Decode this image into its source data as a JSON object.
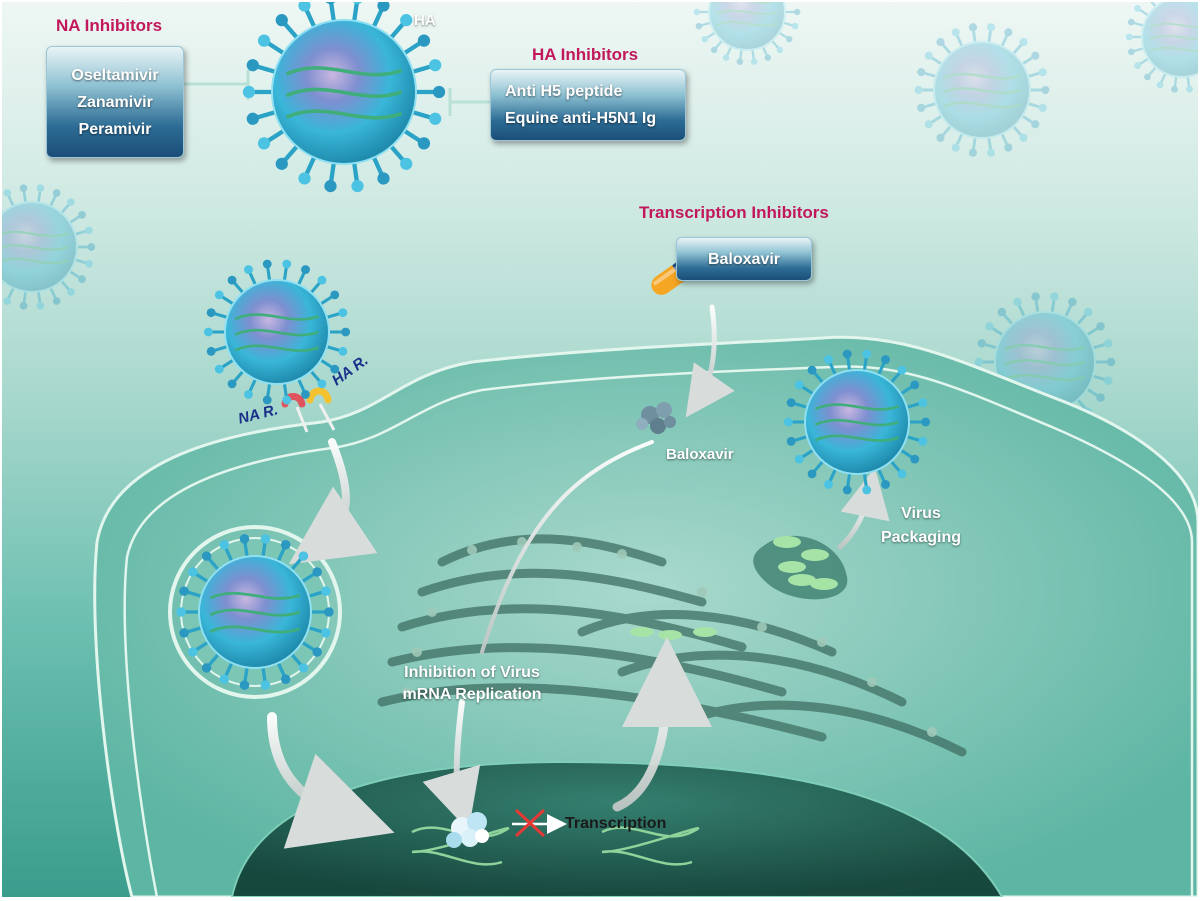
{
  "na_inhibitors": {
    "heading": "NA Inhibitors",
    "drugs": [
      "Oseltamivir",
      "Zanamivir",
      "Peramivir"
    ]
  },
  "ha_label": "HA",
  "ha_inhibitors": {
    "heading": "HA Inhibitors",
    "drugs": [
      "Anti H5 peptide",
      "Equine anti-H5N1 Ig"
    ]
  },
  "transcription_inhibitors": {
    "heading": "Transcription Inhibitors",
    "drug": "Baloxavir"
  },
  "receptors": {
    "na": "NA R.",
    "ha": "HA R."
  },
  "cell_labels": {
    "baloxavir": "Baloxavir",
    "inhibition_line1": "Inhibition of Virus",
    "inhibition_line2": "mRNA Replication",
    "transcription": "Transcription",
    "packaging_line1": "Virus",
    "packaging_line2": "Packaging"
  },
  "colors": {
    "heading": "#c2185b",
    "receptor_text": "#1a2f8a",
    "virus_core": "#39b6d8",
    "box_dark": "#1b4e78",
    "membrane": "#d9f4ea"
  }
}
